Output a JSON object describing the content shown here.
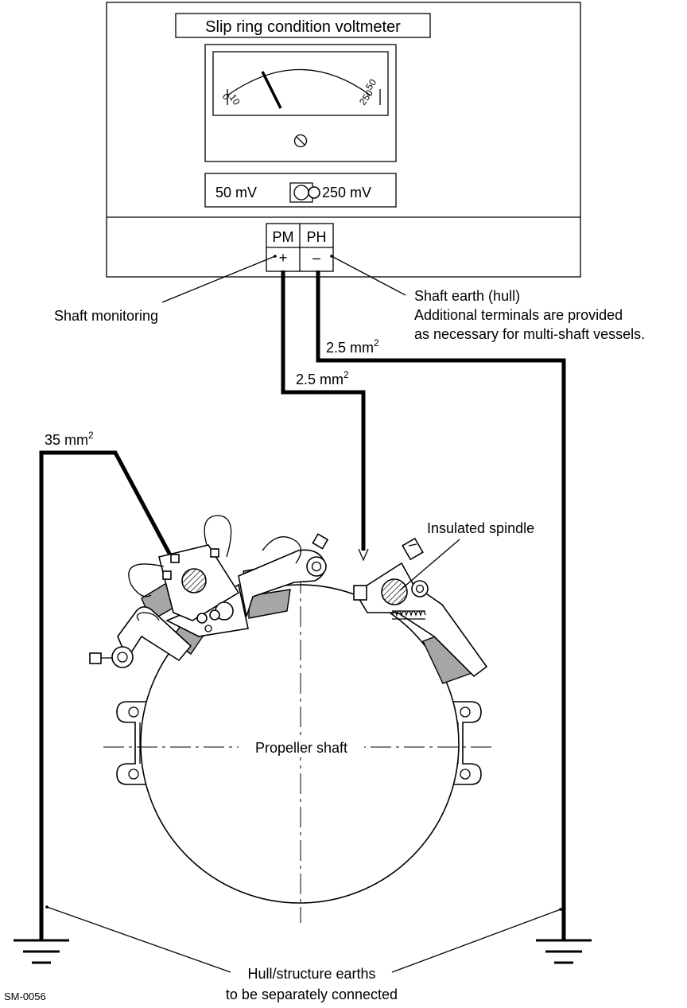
{
  "meter": {
    "title": "Slip ring condition voltmeter",
    "scale_left": "0",
    "scale_left_inner": "10",
    "scale_right_top": "50",
    "scale_right_bottom": "250",
    "switch_left": "50 mV",
    "switch_right": "250 mV",
    "terminal_pm": "PM",
    "terminal_ph": "PH",
    "pm_sign": "+",
    "ph_sign": "–"
  },
  "labels": {
    "shaft_monitoring": "Shaft monitoring",
    "shaft_earth_line1": "Shaft earth (hull)",
    "shaft_earth_line2": "Additional terminals are provided",
    "shaft_earth_line3": "as necessary for multi-shaft vessels.",
    "cable_ph": "2.5 mm",
    "cable_pm": "2.5 mm",
    "cable_earth": "35 mm",
    "superscript": "2",
    "insulated_spindle": "Insulated spindle",
    "propeller_shaft": "Propeller shaft",
    "hull_earths_line1": "Hull/structure earths",
    "hull_earths_line2": "to be separately connected",
    "figure_id": "SM-0056"
  }
}
